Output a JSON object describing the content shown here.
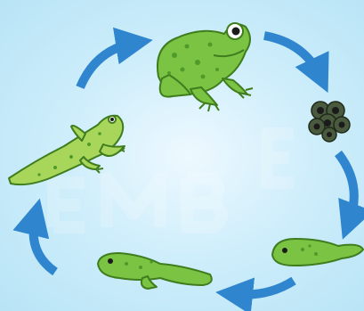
{
  "diagram": {
    "type": "life-cycle",
    "direction": "clockwise",
    "stages": [
      {
        "icon": "adult-frog-icon"
      },
      {
        "icon": "frog-eggs-icon"
      },
      {
        "icon": "tadpole-icon"
      },
      {
        "icon": "tadpole-with-legs-icon"
      },
      {
        "icon": "froglet-icon"
      }
    ],
    "arrow_count": 5,
    "watermark_text": "EMBER"
  },
  "colors": {
    "background": "#c6eaf8",
    "arrow": "#2f86cf",
    "frog_body": "#7bc342",
    "frog_outline": "#3f7d1e",
    "frog_spots": "#4e9a2a",
    "egg": "#2f3a2a"
  }
}
